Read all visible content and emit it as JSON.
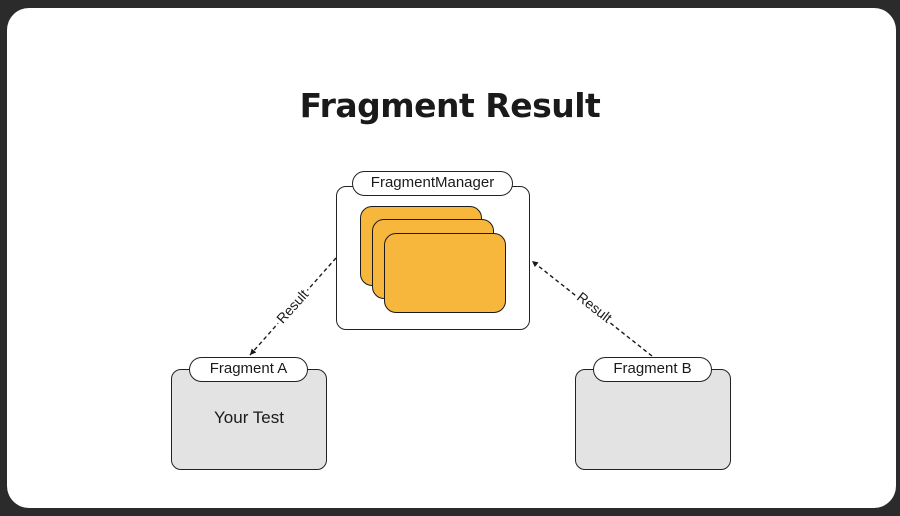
{
  "title": "Fragment Result",
  "nodes": {
    "fragment_manager": {
      "label": "FragmentManager"
    },
    "fragment_a": {
      "label": "Fragment A",
      "content": "Your Test"
    },
    "fragment_b": {
      "label": "Fragment B"
    }
  },
  "edges": [
    {
      "from": "fragment_manager",
      "to": "fragment_a",
      "label": "Result",
      "style": "dashed"
    },
    {
      "from": "fragment_b",
      "to": "fragment_manager",
      "label": "Result",
      "style": "dashed"
    }
  ],
  "colors": {
    "stack_fill": "#f6b73c",
    "fragment_fill": "#e3e3e3",
    "background": "#2b2b2b",
    "card": "#ffffff"
  }
}
